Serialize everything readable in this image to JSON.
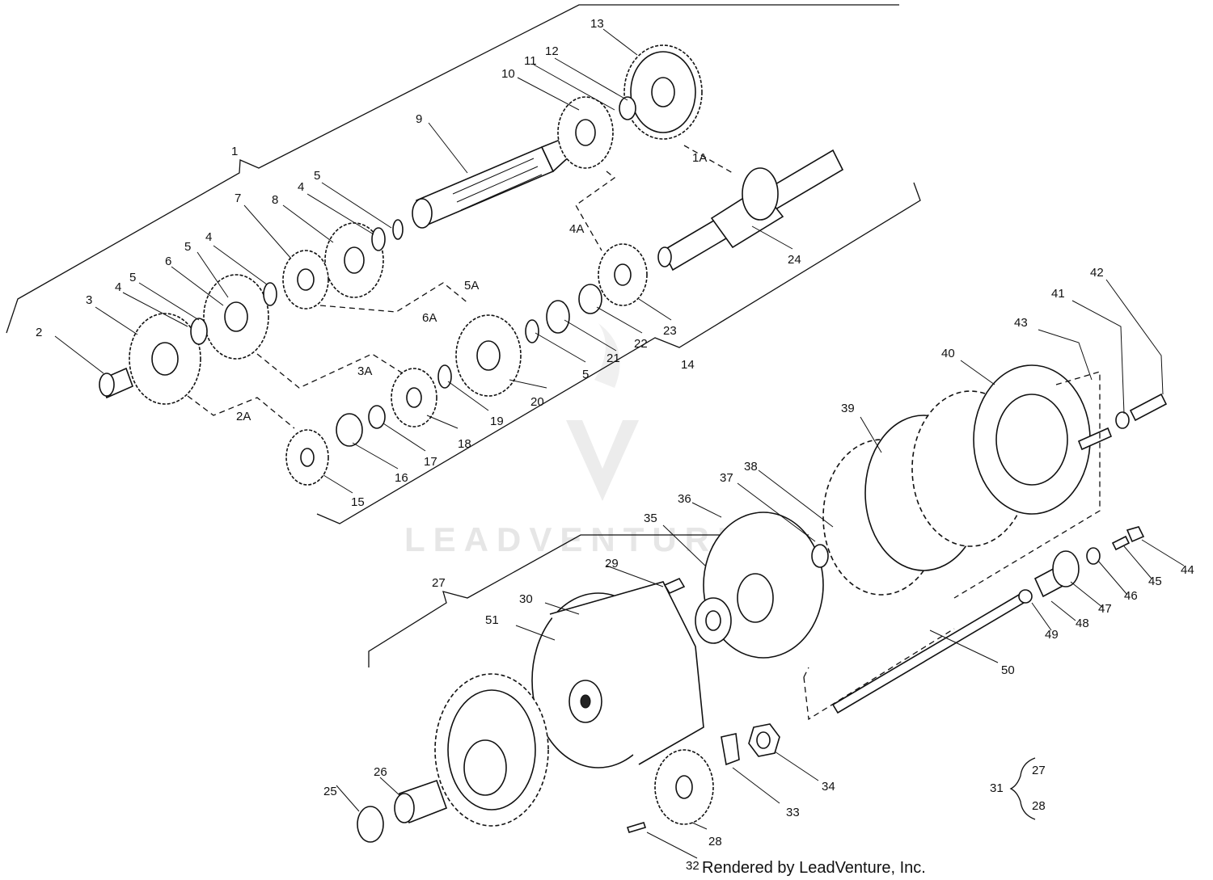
{
  "diagram": {
    "labels": [
      "1",
      "2",
      "2A",
      "3",
      "3A",
      "4",
      "4",
      "4",
      "4A",
      "5",
      "5",
      "5",
      "5",
      "5A",
      "6",
      "6A",
      "7",
      "8",
      "9",
      "10",
      "11",
      "12",
      "13",
      "1A",
      "14",
      "15",
      "16",
      "17",
      "18",
      "19",
      "20",
      "21",
      "22",
      "23",
      "24",
      "25",
      "26",
      "27",
      "28",
      "29",
      "30",
      "31",
      "27",
      "28",
      "32",
      "33",
      "34",
      "35",
      "36",
      "37",
      "38",
      "39",
      "40",
      "41",
      "42",
      "43",
      "44",
      "45",
      "46",
      "47",
      "48",
      "49",
      "50",
      "51"
    ]
  },
  "watermark": {
    "text": "LEADVENTURE"
  },
  "footer": {
    "credit": "Rendered by LeadVenture, Inc."
  }
}
